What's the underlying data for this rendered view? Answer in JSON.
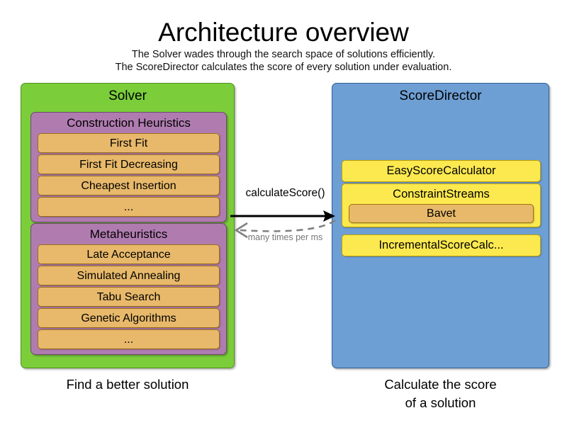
{
  "header": {
    "title": "Architecture overview",
    "subtitle_lines": [
      "The Solver wades through the search space of solutions efficiently.",
      "The ScoreDirector calculates the score of every solution under evaluation."
    ]
  },
  "solver_panel": {
    "title": "Solver",
    "caption": "Find a better solution",
    "groups": [
      {
        "title": "Construction Heuristics",
        "items": [
          "First Fit",
          "First Fit Decreasing",
          "Cheapest Insertion",
          "..."
        ]
      },
      {
        "title": "Metaheuristics",
        "items": [
          "Late Acceptance",
          "Simulated Annealing",
          "Tabu Search",
          "Genetic Algorithms",
          "..."
        ]
      }
    ]
  },
  "score_director_panel": {
    "title": "ScoreDirector",
    "caption_lines": [
      "Calculate the score",
      "of a solution"
    ],
    "calculators": [
      {
        "label": "EasyScoreCalculator",
        "nested": null
      },
      {
        "label": "ConstraintStreams",
        "nested": "Bavet"
      },
      {
        "label": "IncrementalScoreCalc...",
        "nested": null
      }
    ]
  },
  "arrows": {
    "forward_label": "calculateScore()",
    "return_label": "many times per ms"
  },
  "colors": {
    "solver_green": "#7BCE3A",
    "group_purple": "#B07CB0",
    "item_orange": "#E8B96B",
    "score_blue": "#6E9FD4",
    "calculator_yellow": "#FCE94F",
    "arrow_solid": "#000000",
    "arrow_dashed": "#808080"
  }
}
